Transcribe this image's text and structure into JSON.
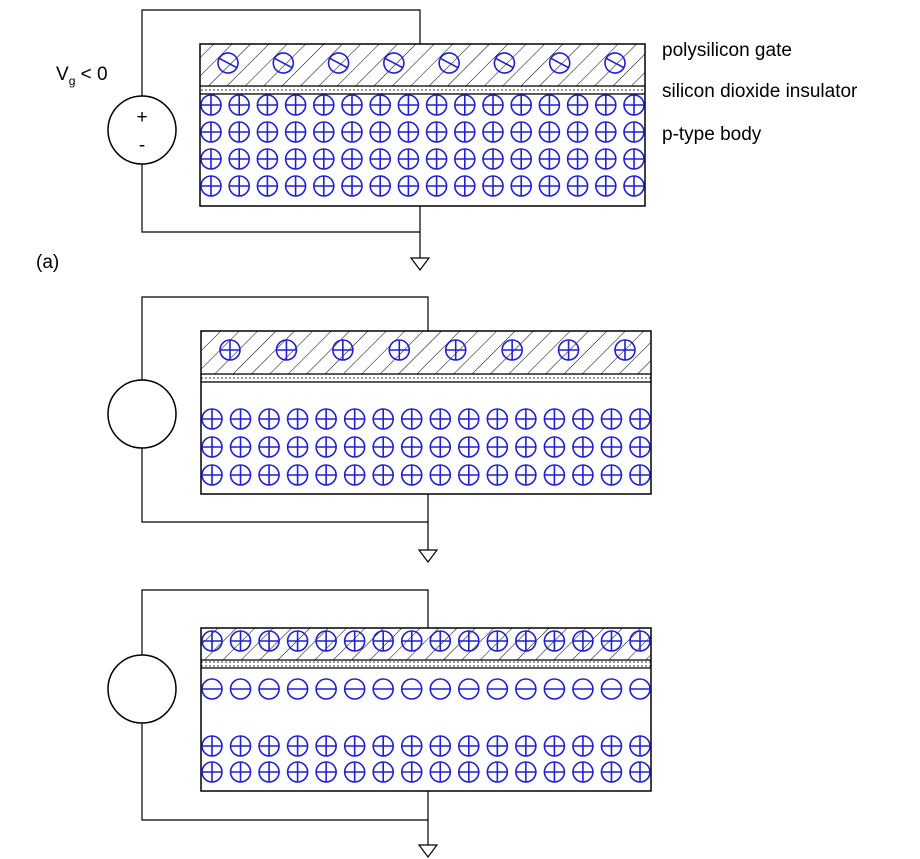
{
  "panels": [
    {
      "gate_charge": "-",
      "gate_charge_count": 8,
      "channel_charge": null,
      "body_rows": 4,
      "body_cols": 16,
      "voltage_label": "V",
      "voltage_sub": "g",
      "voltage_rest": " < 0",
      "source_plus": "+",
      "source_minus": "-",
      "panel_label": "(a)"
    },
    {
      "gate_charge": "+",
      "gate_charge_count": 8,
      "channel_charge": null,
      "body_rows": 3,
      "body_cols": 16
    },
    {
      "gate_charge": "+",
      "gate_charge_count": 16,
      "channel_charge": "-",
      "channel_cols": 16,
      "body_rows": 2,
      "body_cols": 16
    }
  ],
  "legend": {
    "gate": "polysilicon gate",
    "insulator": "silicon dioxide insulator",
    "body": "p-type body"
  },
  "colors": {
    "charge": "#1f1fd6",
    "line": "#000000"
  }
}
